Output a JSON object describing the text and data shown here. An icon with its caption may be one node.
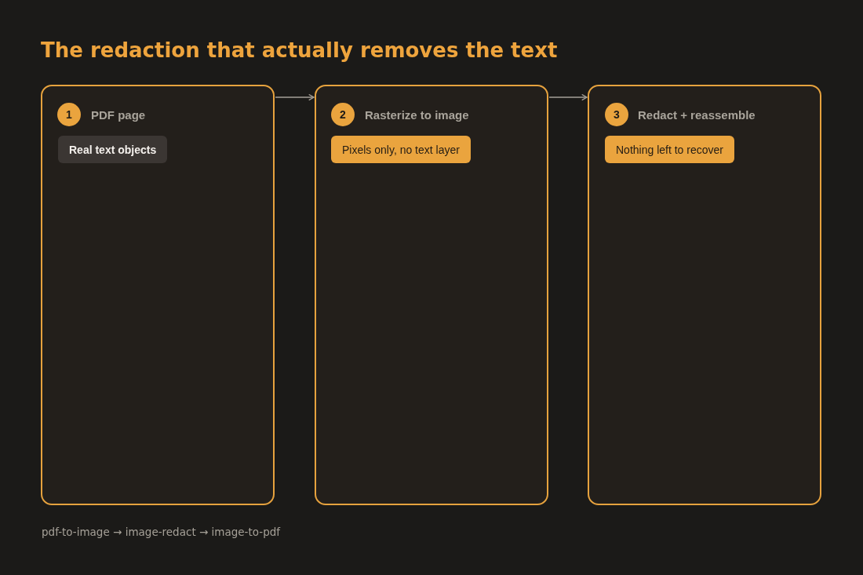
{
  "diagram": {
    "title": "The redaction that actually removes the text",
    "nodes": [
      {
        "text": [
          "PDF page"
        ]
      },
      {
        "text": [
          "1"
        ],
        "in": 0
      },
      {
        "text": [
          "Real text objects"
        ],
        "in": 0
      },
      {
        "text": [
          "Rasterize to image"
        ]
      },
      {
        "text": [
          "2"
        ],
        "in": 3
      },
      {
        "text": [
          "Pixels only, no text layer"
        ],
        "in": 3
      },
      {
        "text": [
          "Redact + reassemble"
        ]
      },
      {
        "text": [
          "3"
        ],
        "in": 6
      },
      {
        "text": [
          "Nothing left to recover"
        ],
        "in": 6
      }
    ],
    "edges": [
      {
        "from": 0,
        "to": 3,
        "arrow": "to"
      },
      {
        "from": 3,
        "to": 6,
        "arrow": "to"
      }
    ],
    "caption": "pdf-to-image → image-redact → image-to-pdf"
  }
}
